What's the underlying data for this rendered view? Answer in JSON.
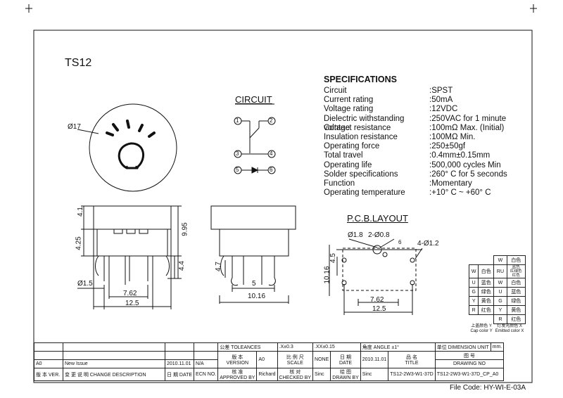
{
  "title": "TS12",
  "specs": {
    "header": "SPECIFICATIONS",
    "rows": [
      {
        "k": "Circuit",
        "v": ":SPST"
      },
      {
        "k": "Current rating",
        "v": ":50mA"
      },
      {
        "k": "Voltage rating",
        "v": ":12VDC"
      },
      {
        "k": "Dielectric withstanding voltage",
        "v": ":250VAC for 1 minute"
      },
      {
        "k": "Contact resistance",
        "v": ":100mΩ  Max. (Initial)"
      },
      {
        "k": "Insulation resistance",
        "v": ":100MΩ  Min."
      },
      {
        "k": "Operating force",
        "v": ":250±50gf"
      },
      {
        "k": "Total travel",
        "v": ":0.4mm±0.15mm"
      },
      {
        "k": "Operating life",
        "v": ":500,000 cycles Min"
      },
      {
        "k": "Solder specifications",
        "v": ":260° C for 5 seconds"
      },
      {
        "k": "Function",
        "v": ":Momentary"
      },
      {
        "k": "Operating temperature",
        "v": ":+10° C ~ +60° C"
      }
    ]
  },
  "circuit": {
    "title": "CIRCUIT",
    "pins": [
      "1",
      "2",
      "3",
      "4",
      "5",
      "6"
    ]
  },
  "pcb": {
    "title": "P.C.B.LAYOUT",
    "d1": "Ø1.8",
    "d2": "2-Ø0.8",
    "d3": "4-Ø1.2",
    "a": "6",
    "h1": "4.5",
    "h2": "10.16",
    "w1": "7.62",
    "w2": "12.5"
  },
  "dims": {
    "dia": "Ø17",
    "h41": "4.1",
    "h425": "4.25",
    "h995": "9.95",
    "h44": "4.4",
    "d15": "Ø1.5",
    "w762": "7.62",
    "w125": "12.5",
    "s47": "4.7",
    "s5": "5",
    "s1016": "10.16"
  },
  "colors": {
    "w_head": "W",
    "w_head_cn": "白色",
    "ru": "RU",
    "ru_lines": [
      "蓝色",
      "红绿色",
      "红色"
    ],
    "rows": [
      {
        "l": "W",
        "lc": "白色",
        "r": "W",
        "rc": "白色"
      },
      {
        "l": "U",
        "lc": "蓝色",
        "r": "U",
        "rc": "蓝色"
      },
      {
        "l": "G",
        "lc": "绿色",
        "r": "G",
        "rc": "绿色"
      },
      {
        "l": "Y",
        "lc": "黄色",
        "r": "Y",
        "rc": "黄色"
      },
      {
        "l": "R",
        "lc": "红色",
        "r": "R",
        "rc": "红色"
      }
    ],
    "cap_cn": "上盖颜色 Y",
    "cap_en": "Cap color Y",
    "emit_cn": "灯发光颜色 X",
    "emit_en": "Emitted color X"
  },
  "titleblock": {
    "tol_label": "公差 TOLEANCES",
    "tol1": ".X±0.3",
    ".tol2": "",
    "tol2v": ".XX±0.15",
    "angle": "角度 ANGLE ±1°",
    "unit": "单位  DIMENSION UNIT",
    "unit_v": "mm.",
    "ver_cn": "版 本",
    "ver_en": "VERSION",
    "ver_v": "A0",
    "scale_cn": "比 例 尺",
    "scale_en": "SCALE",
    "scale_v": "NONE",
    "date_cn": "日  期",
    "date_en": "DATE",
    "date_v": "2010.11.01",
    "name_cn": "品  名",
    "name_en": "TITLE",
    "draw_cn": "图  号",
    "draw_en": "DRAWING NO",
    "model": "TS12-2W3-W1-37D",
    "drawing_no": "TS12-2W3-W1-37D_CP_A0",
    "rev": "A0",
    "rev_desc": "New Issue",
    "rev_date": "2010.11.01",
    "rev_ecn": "N/A",
    "rev_h_cn": "版 本 VER.",
    "rev_h_desc": "变 更 说 明  CHANGE DESCRIPTION",
    "rev_h_date": "日 期 DATE",
    "rev_h_ecn": "ECN NO.",
    "appr_cn": "核  准",
    "appr_en": "APPROVED BY",
    "appr_v": "Richard",
    "chk_cn": "核  对",
    "chk_en": "CHECKED BY",
    "chk_v": "Sinc",
    "drn_cn": "绘  图",
    "drn_en": "DRAWN BY",
    "drn_v": "Sinc"
  },
  "file_code": "File Code: HY-WI-E-03A"
}
